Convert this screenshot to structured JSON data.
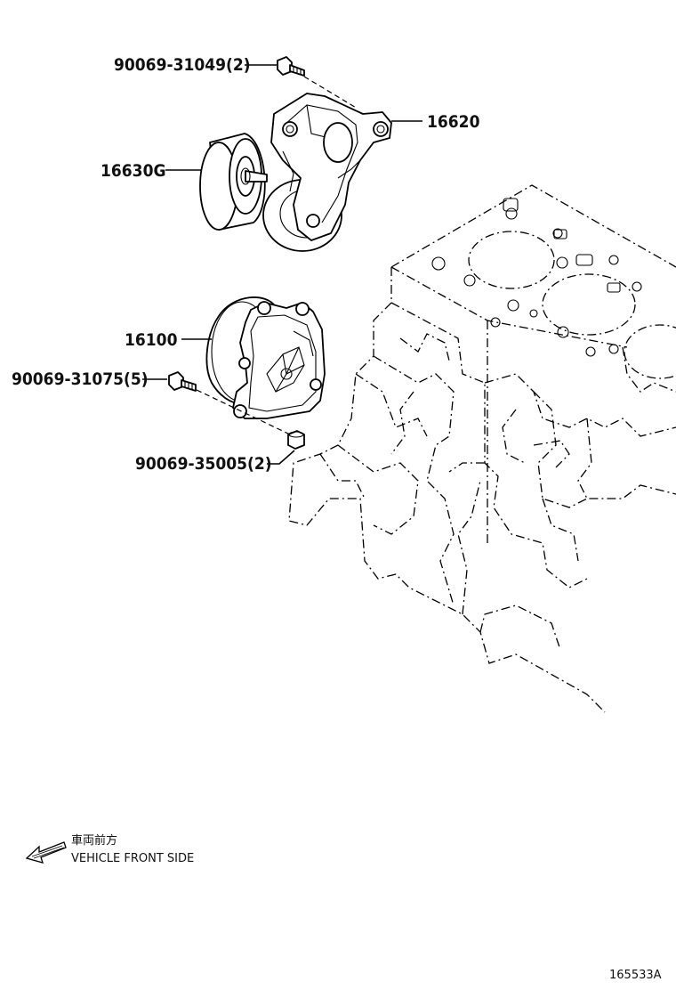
{
  "parts": {
    "bolt_top": "90069-31049(2)",
    "tensioner": "16620",
    "pulley": "16630G",
    "water_pump": "16100",
    "bolt_pump": "90069-31075(5)",
    "stud_nut": "90069-35005(2)"
  },
  "legend": {
    "japanese": "車両前方",
    "english": "VEHICLE FRONT SIDE",
    "arrow_icon": "front-direction-arrow"
  },
  "figure_number": "165533A"
}
